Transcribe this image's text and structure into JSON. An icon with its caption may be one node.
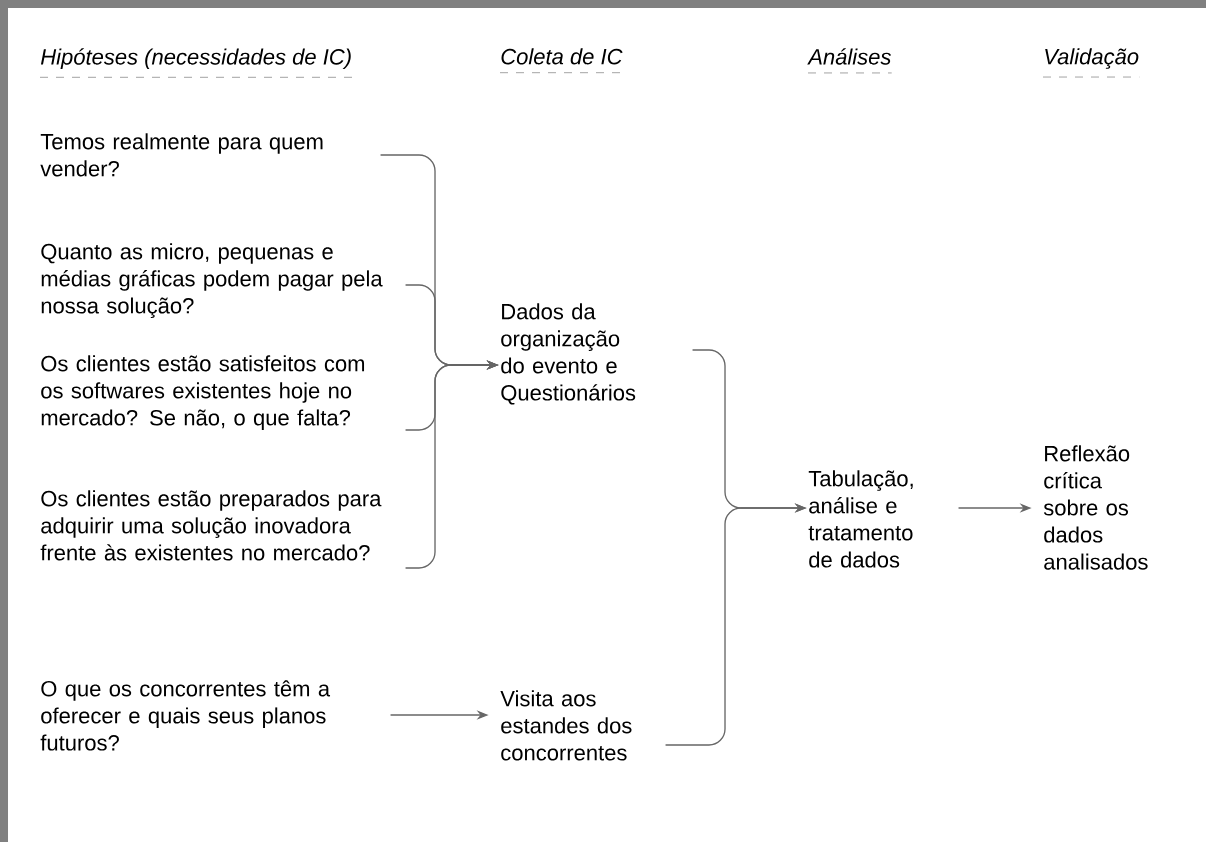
{
  "diagram": {
    "nodes": [
      {
        "text": [
          "Temos realmente para quem vender?"
        ]
      },
      {
        "text": [
          "Quanto as micro, pequenas e médias gráficas podem pagar pela nossa solução?"
        ]
      },
      {
        "text": [
          "Os clientes estão satisfeitos com os softwares existentes hoje no mercado? Se não, o que falta?"
        ]
      },
      {
        "text": [
          "Os clientes estão preparados para adquirir uma solução inovadora frente às existentes no mercado?"
        ]
      },
      {
        "text": [
          "O que os concorrentes têm a oferecer e quais seus planos futuros?"
        ]
      },
      {
        "text": [
          "Dados da organização do evento e Questionários"
        ]
      },
      {
        "text": [
          "Visita aos estandes dos concorrentes"
        ]
      },
      {
        "text": [
          "Tabulação, análise e tratamento de dados"
        ]
      },
      {
        "text": [
          "Reflexão crítica sobre os dados analisados"
        ]
      }
    ],
    "edges": [
      {
        "from": 0,
        "to": 5,
        "arrow": "to"
      },
      {
        "from": 1,
        "to": 5,
        "arrow": "to"
      },
      {
        "from": 2,
        "to": 5,
        "arrow": "to"
      },
      {
        "from": 3,
        "to": 5,
        "arrow": "to"
      },
      {
        "from": 4,
        "to": 6,
        "arrow": "to"
      },
      {
        "from": 5,
        "to": 7,
        "arrow": "to"
      },
      {
        "from": 6,
        "to": 7,
        "arrow": "to"
      },
      {
        "from": 7,
        "to": 8,
        "arrow": "to"
      }
    ],
    "labels": [
      "Hipóteses (necessidades de IC)",
      "Coleta de IC",
      "Análises",
      "Validação"
    ]
  }
}
